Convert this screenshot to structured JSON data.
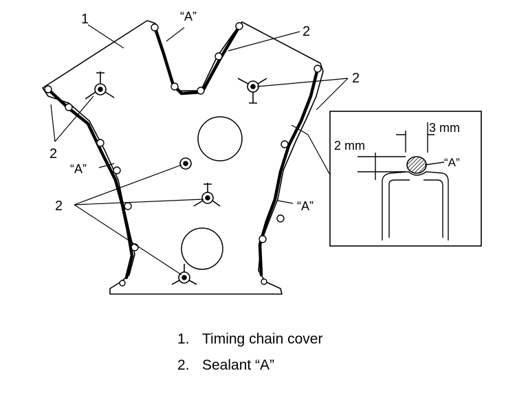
{
  "callouts": {
    "part1": "1",
    "part2": "2",
    "sealant_a": "“A”"
  },
  "detail": {
    "width_label": "3 mm",
    "height_label": "2 mm",
    "sealant_label": "“A”"
  },
  "legend": [
    {
      "num": "1.",
      "text": "Timing chain cover"
    },
    {
      "num": "2.",
      "text": "Sealant “A”"
    }
  ],
  "colors": {
    "line": "#000000",
    "background": "#ffffff"
  }
}
